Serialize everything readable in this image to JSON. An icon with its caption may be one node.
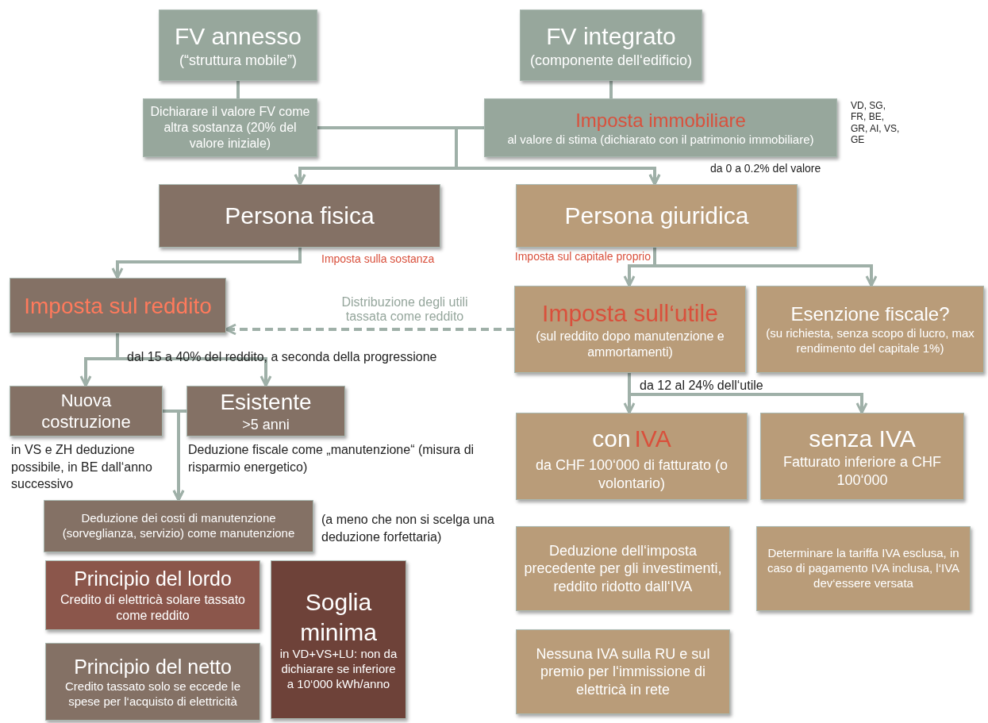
{
  "diagram": {
    "nodes": [
      {
        "text": [
          "FV annesso",
          "(“struttura mobile”)"
        ]
      },
      {
        "text": [
          "FV integrato",
          "(componente dell‘edificio)"
        ]
      },
      {
        "text": [
          "Dichiarare il valore FV come altra sostanza (20% del valore iniziale)"
        ]
      },
      {
        "text": [
          "Imposta immobiliare",
          "al valore di stima (dichiarato con il patrimonio immobiliare)"
        ],
        "beside": [
          "VD, SG, FR, BE, GR, AI, VS, GE",
          "da 0 a 0.2% del valore"
        ]
      },
      {
        "text": [
          "Persona fisica"
        ]
      },
      {
        "text": [
          "Persona giuridica"
        ]
      },
      {
        "text": [
          "Imposta sul reddito"
        ]
      },
      {
        "text": [
          "Imposta sull‘utile",
          "(sul reddito dopo manutenzione e ammortamenti)"
        ]
      },
      {
        "text": [
          "Esenzione fiscale?",
          "(su richiesta, senza scopo di lucro, max rendimento del capitale 1%)"
        ]
      },
      {
        "text": [
          "Nuova costruzione"
        ],
        "beside": [
          "in VS e ZH deduzione possibile, in BE dall‘anno successivo"
        ]
      },
      {
        "text": [
          "Esistente",
          ">5 anni"
        ],
        "beside": [
          "Deduzione fiscale come „manutenzione“ (misura di risparmio energetico)"
        ]
      },
      {
        "text": [
          "Deduzione dei costi di manutenzione (sorveglianza, servizio) come manutenzione"
        ],
        "beside": [
          "(a meno che non si scelga una deduzione forfettaria)"
        ]
      },
      {
        "text": [
          "Principio del lordo",
          "Credito di elettricà solare tassato come reddito"
        ]
      },
      {
        "text": [
          "Soglia minima",
          "in VD+VS+LU: non da dichiarare se inferiore a 10‘000 kWh/anno"
        ]
      },
      {
        "text": [
          "Principio del netto",
          "Credito tassato solo se eccede le spese per l‘acquisto di elettricità"
        ]
      },
      {
        "text": [
          "con",
          "IVA",
          "da CHF 100‘000 di fatturato (o volontario)"
        ]
      },
      {
        "text": [
          "senza IVA",
          "Fatturato inferiore a CHF 100‘000"
        ]
      },
      {
        "text": [
          "Deduzione dell‘imposta precedente per gli investimenti, reddito ridotto dall‘IVA"
        ]
      },
      {
        "text": [
          "Determinare la tariffa IVA esclusa, in caso di pagamento IVA inclusa, l‘IVA dev‘essere versata"
        ]
      },
      {
        "text": [
          "Nessuna IVA sulla RU e sul premio per l‘immissione di elettricà in rete"
        ]
      }
    ],
    "edges": [
      {
        "from": 0,
        "to": 2,
        "arrow": "none"
      },
      {
        "from": 1,
        "to": 3,
        "arrow": "none"
      },
      {
        "from": 2,
        "to": 4,
        "arrow": "to"
      },
      {
        "from": 2,
        "to": 5,
        "arrow": "to"
      },
      {
        "from": 3,
        "to": 4,
        "arrow": "to"
      },
      {
        "from": 3,
        "to": 5,
        "arrow": "to"
      },
      {
        "from": 4,
        "to": 6,
        "arrow": "to",
        "label": "Imposta sulla sostanza"
      },
      {
        "from": 5,
        "to": 7,
        "arrow": "to",
        "label": "Imposta sul capitale proprio"
      },
      {
        "from": 5,
        "to": 8,
        "arrow": "to"
      },
      {
        "from": 7,
        "to": 6,
        "arrow": "to",
        "style": "dashed",
        "label": "Distribuzione degli utili tassata come reddito"
      },
      {
        "from": 6,
        "to": 9,
        "arrow": "to",
        "label": "dal 15 a 40% del reddito, a seconda della progressione"
      },
      {
        "from": 6,
        "to": 10,
        "arrow": "to"
      },
      {
        "from": 9,
        "to": 11,
        "arrow": "to"
      },
      {
        "from": 10,
        "to": 11,
        "arrow": "to"
      },
      {
        "from": 7,
        "to": 15,
        "arrow": "to",
        "label": "da 12 al 24% dell‘utile"
      },
      {
        "from": 7,
        "to": 16,
        "arrow": "to"
      }
    ]
  }
}
